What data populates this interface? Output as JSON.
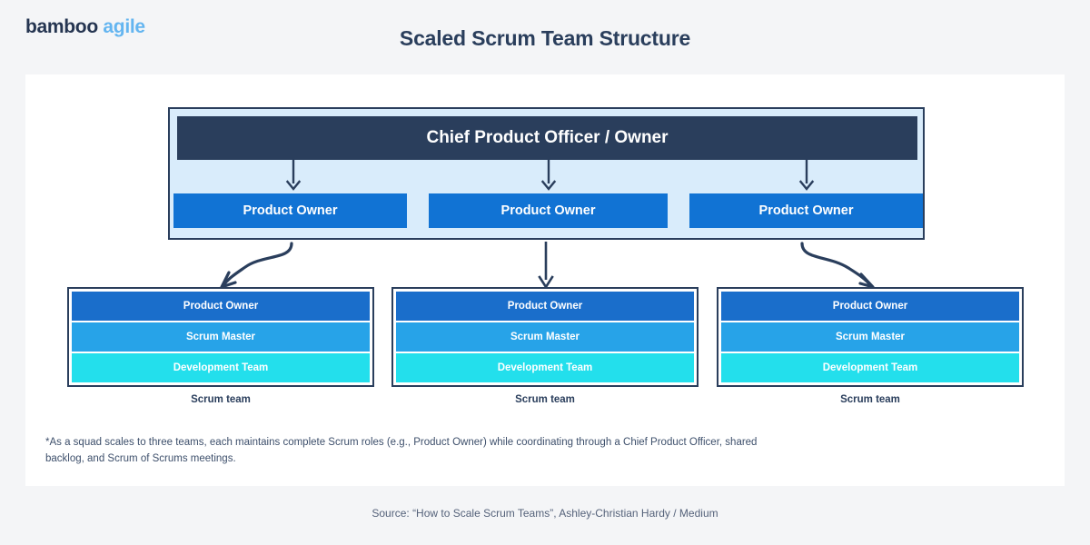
{
  "brand": {
    "name_primary": "bamboo",
    "name_secondary": "agile",
    "color_primary": "#253551",
    "color_secondary": "#64b5f0"
  },
  "header": {
    "title": "Scaled Scrum Team Structure"
  },
  "diagram": {
    "top_panel": {
      "executive": "Chief Product Officer / Owner",
      "product_owners": [
        "Product Owner",
        "Product Owner",
        "Product Owner"
      ],
      "panel_bg": "#d9ecfb",
      "executive_bg": "#2a3e5c",
      "po_bg": "#1173d4"
    },
    "teams": [
      {
        "label": "Scrum team",
        "roles": [
          "Product Owner",
          "Scrum Master",
          "Development Team"
        ]
      },
      {
        "label": "Scrum team",
        "roles": [
          "Product Owner",
          "Scrum Master",
          "Development Team"
        ]
      },
      {
        "label": "Scrum team",
        "roles": [
          "Product Owner",
          "Scrum Master",
          "Development Team"
        ]
      }
    ],
    "role_colors": {
      "product_owner": "#1a6ecb",
      "scrum_master": "#27a3e8",
      "development_team": "#23dfec"
    },
    "connectors": [
      "curved-arrow-left",
      "straight-arrow-down",
      "curved-arrow-right"
    ]
  },
  "footnote": "*As a squad scales to three teams, each maintains complete Scrum roles (e.g., Product Owner) while coordinating through a Chief Product Officer, shared backlog, and Scrum of Scrums meetings.",
  "source": "Source: “How to Scale Scrum Teams”, Ashley-Christian Hardy / Medium"
}
